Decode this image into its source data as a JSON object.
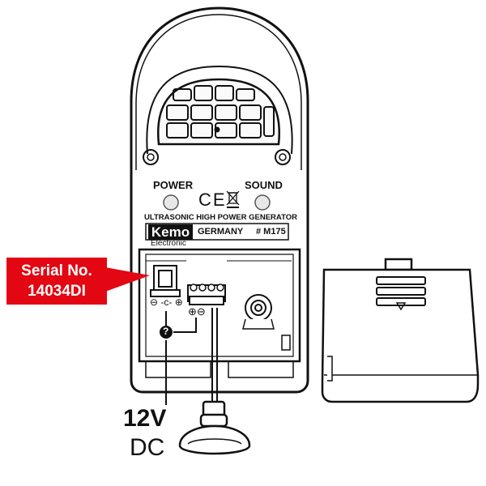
{
  "device": {
    "label_power": "POWER",
    "label_sound": "SOUND",
    "marking_ce": "CE",
    "subtitle": "ULTRASONIC HIGH POWER GENERATOR",
    "brand": "Kemo",
    "brand_sub": "Electronic",
    "country": "GERMANY",
    "model": "# M175"
  },
  "serial_callout": {
    "line1": "Serial No.",
    "line2": "14034DI",
    "color": "#e30613"
  },
  "connectors": {
    "dc_polarity": "⊖ -c- ⊕",
    "terminal_minus": "⊕⊖",
    "question_mark": "?"
  },
  "supply": {
    "voltage": "12V",
    "type": "DC"
  },
  "icons": [
    "speaker-grille-icon",
    "led-icon",
    "ce-mark-icon",
    "weee-bin-icon",
    "potentiometer-icon",
    "screw-terminal-icon",
    "dc-jack-icon",
    "suction-cup-icon",
    "arrow-down-icon"
  ]
}
